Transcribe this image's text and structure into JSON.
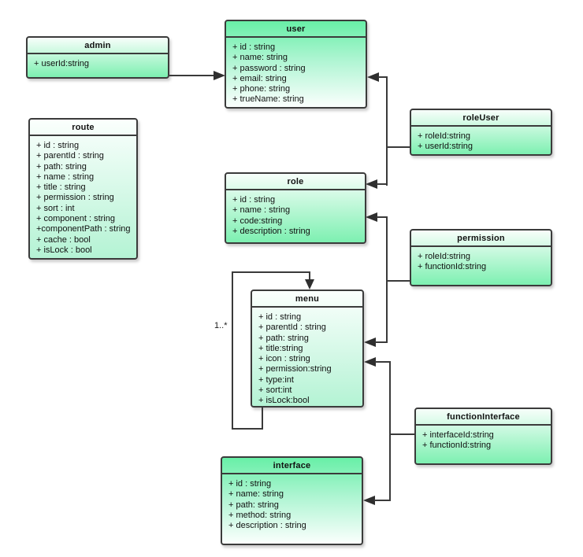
{
  "classes": {
    "admin": {
      "name": "admin",
      "fields": [
        "+ userId:string"
      ]
    },
    "user": {
      "name": "user",
      "fields": [
        "+ id : string",
        "+ name: string",
        "+ password : string",
        "+ email: string",
        "+ phone: string",
        "+ trueName: string"
      ]
    },
    "roleUser": {
      "name": "roleUser",
      "fields": [
        "+ roleId:string",
        "+ userId:string"
      ]
    },
    "route": {
      "name": "route",
      "fields": [
        "+ id : string",
        "+ parentId : string",
        "+ path: string",
        "+ name : string",
        "+ title : string",
        "+ permission : string",
        "+ sort : int",
        "+ component : string",
        "+componentPath : string",
        "+ cache : bool",
        "+ isLock : bool"
      ]
    },
    "role": {
      "name": "role",
      "fields": [
        "+ id : string",
        "+ name : string",
        "+ code:string",
        "+ description : string"
      ]
    },
    "permission": {
      "name": "permission",
      "fields": [
        "+ roleId:string",
        "+ functionId:string"
      ]
    },
    "menu": {
      "name": "menu",
      "fields": [
        "+ id : string",
        "+ parentId : string",
        "+ path: string",
        "+ title:string",
        "+ icon : string",
        "+ permission:string",
        "+ type:int",
        "+ sort:int",
        "+ isLock:bool"
      ]
    },
    "functionInterface": {
      "name": "functionInterface",
      "fields": [
        "+ interfaceId:string",
        "+ functionId:string"
      ]
    },
    "interface": {
      "name": "interface",
      "fields": [
        "+ id : string",
        "+ name: string",
        "+ path: string",
        "+ method: string",
        "+ description : string"
      ]
    }
  },
  "labels": {
    "menu_self_multiplicity": "1..*"
  },
  "relations": [
    {
      "from": "admin",
      "to": "user"
    },
    {
      "from": "roleUser",
      "to": "user"
    },
    {
      "from": "roleUser",
      "to": "role"
    },
    {
      "from": "permission",
      "to": "role"
    },
    {
      "from": "permission",
      "to": "menu"
    },
    {
      "from": "functionInterface",
      "to": "menu"
    },
    {
      "from": "functionInterface",
      "to": "interface"
    },
    {
      "from": "menu",
      "to": "menu",
      "label": "1..*"
    }
  ],
  "colors": {
    "box_green": "#7df0b1",
    "box_green_strong": "#68efa7",
    "border": "#3b3b3b",
    "line": "#3a3a3a"
  }
}
